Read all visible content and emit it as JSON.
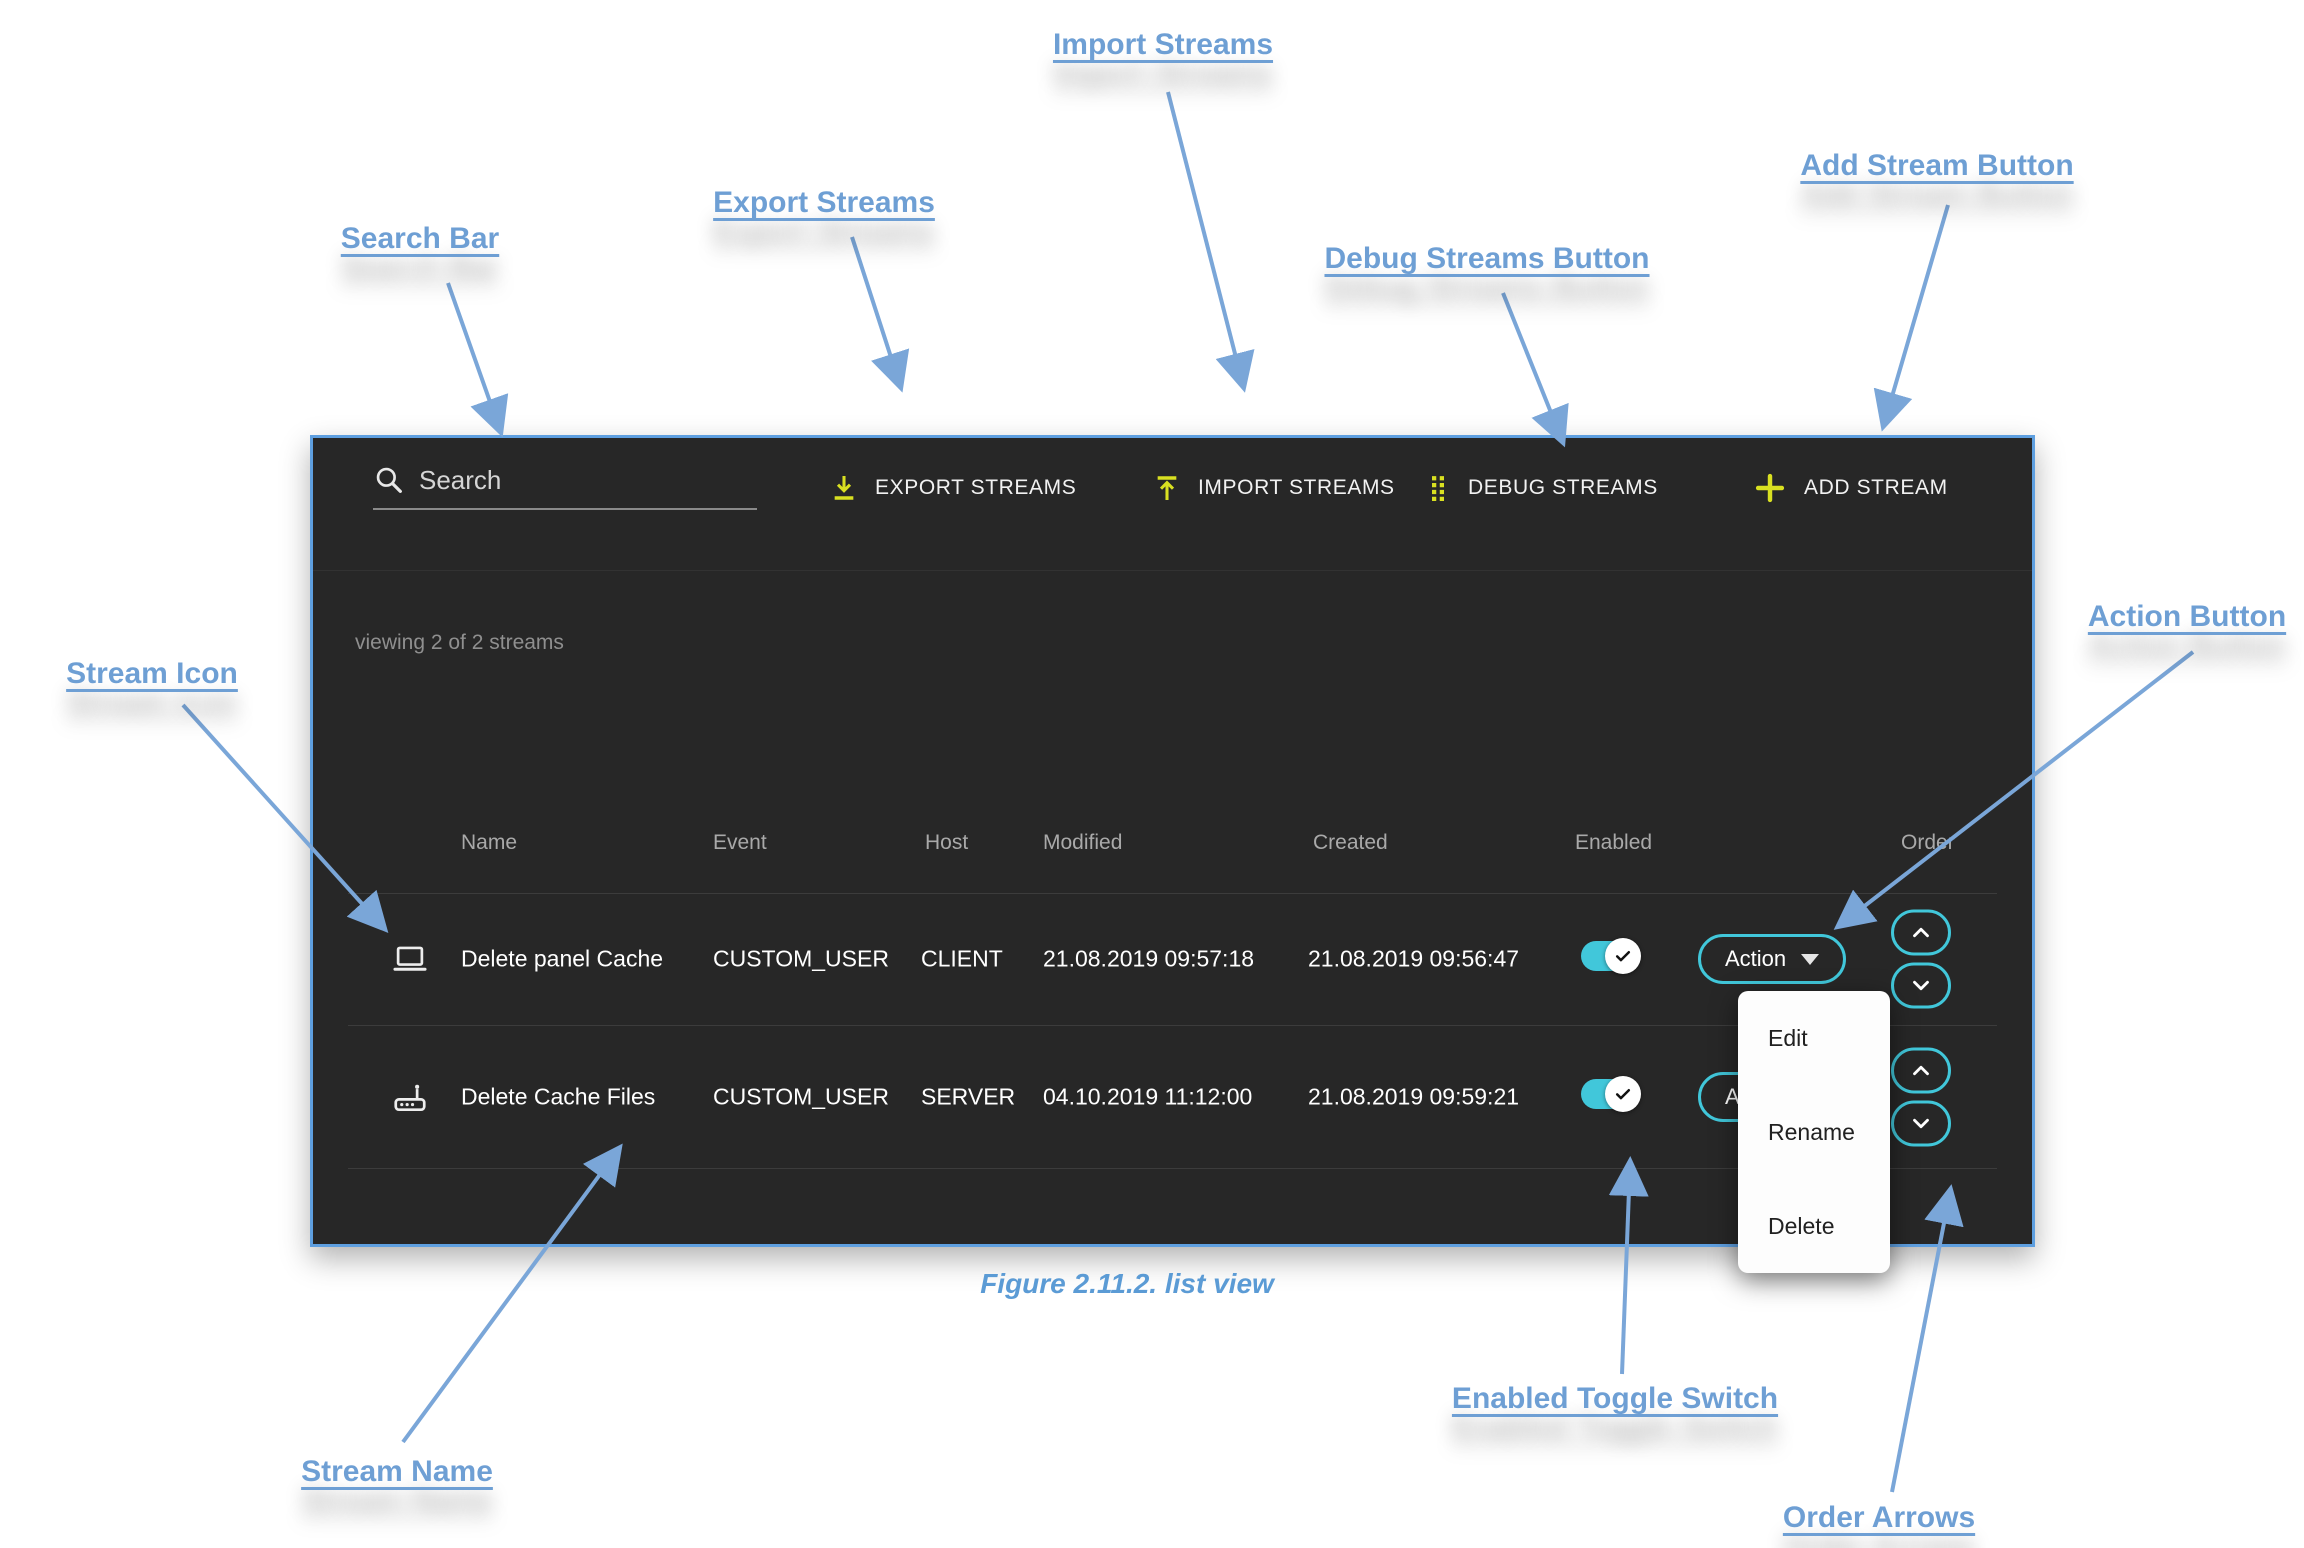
{
  "annotations": {
    "import_streams": "Import Streams",
    "export_streams": "Export Streams",
    "add_stream_button": "Add Stream Button",
    "debug_streams_button": "Debug Streams Button",
    "search_bar": "Search Bar",
    "action_button": "Action Button",
    "stream_icon": "Stream Icon",
    "stream_name": "Stream Name",
    "enabled_toggle_switch": "Enabled Toggle Switch",
    "order_arrows": "Order Arrows"
  },
  "figure_caption": "Figure 2.11.2. list view",
  "panel": {
    "toolbar": {
      "search_placeholder": "Search",
      "export_label": "EXPORT STREAMS",
      "import_label": "IMPORT STREAMS",
      "debug_label": "DEBUG STREAMS",
      "add_label": "ADD STREAM"
    },
    "status_text": "viewing 2 of 2 streams",
    "table": {
      "headers": [
        "Name",
        "Event",
        "Host",
        "Modified",
        "Created",
        "Enabled",
        "Order"
      ],
      "rows": [
        {
          "icon": "laptop-icon",
          "name": "Delete panel Cache",
          "event": "CUSTOM_USER",
          "host": "CLIENT",
          "modified": "21.08.2019 09:57:18",
          "created": "21.08.2019 09:56:47",
          "enabled": true,
          "action_label": "Action"
        },
        {
          "icon": "router-icon",
          "name": "Delete Cache Files",
          "event": "CUSTOM_USER",
          "host": "SERVER",
          "modified": "04.10.2019 11:12:00",
          "created": "21.08.2019 09:59:21",
          "enabled": true,
          "action_label": "Action"
        }
      ]
    },
    "action_menu": {
      "items": [
        "Edit",
        "Rename",
        "Delete"
      ]
    }
  },
  "icons": {
    "search": "magnifier",
    "export": "download-arrow",
    "import": "upload-arrow",
    "debug": "dots-grid",
    "add": "plus",
    "row_icons": [
      "laptop",
      "router"
    ],
    "toggle_knob": "checkmark",
    "order_up": "chevron-up",
    "order_down": "chevron-down",
    "action_caret": "caret-down"
  },
  "colors": {
    "accent_yellow": "#d9e021",
    "accent_cyan": "#41c7da",
    "annotation_blue": "#6e9fd4",
    "caption_blue": "#5b9bd5",
    "panel_border": "#5e9fe0",
    "panel_bg": "#272727"
  }
}
